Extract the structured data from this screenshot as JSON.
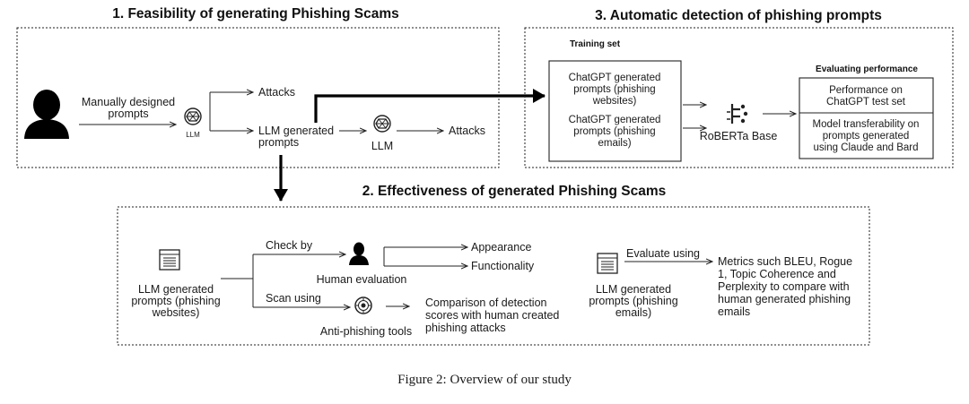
{
  "figure": {
    "caption": "Figure 2: Overview of our study"
  },
  "section1": {
    "title": "1. Feasibility of generating Phishing Scams",
    "manual_line1": "Manually designed",
    "manual_line2": "prompts",
    "llm_label_small": "LLM",
    "attacks_top": "Attacks",
    "llm_gen_line1": "LLM generated",
    "llm_gen_line2": "prompts",
    "llm_label": "LLM",
    "attacks_right": "Attacks",
    "icons": {
      "person": "user-silhouette-icon",
      "model": "openai-logo-icon"
    }
  },
  "section3": {
    "title": "3. Automatic detection of phishing prompts",
    "training_set_label": "Training set",
    "train_a_line1": "ChatGPT generated",
    "train_a_line2": "prompts (phishing",
    "train_a_line3": "websites)",
    "train_b_line1": "ChatGPT generated",
    "train_b_line2": "prompts (phishing",
    "train_b_line3": "emails)",
    "model_label": "RoBERTa Base",
    "eval_title": "Evaluating performance",
    "eval_a_line1": "Performance on",
    "eval_a_line2": "ChatGPT test set",
    "eval_b_line1": "Model transferability on",
    "eval_b_line2": "prompts generated",
    "eval_b_line3": "using  Claude and Bard",
    "icons": {
      "model": "huggingface-logo-icon"
    }
  },
  "section2": {
    "title": "2. Effectiveness of generated Phishing Scams",
    "web_line1": "LLM generated",
    "web_line2": "prompts (phishing",
    "web_line3": "websites)",
    "check_by": "Check by",
    "human_eval": "Human evaluation",
    "appearance": "Appearance",
    "functionality": "Functionality",
    "scan_using": "Scan using",
    "anti_phishing": "Anti-phishing tools",
    "compare_line1": "Comparison of detection",
    "compare_line2": "scores with human created",
    "compare_line3": "phishing attacks",
    "email_line1": "LLM generated",
    "email_line2": "prompts (phishing",
    "email_line3": "emails)",
    "evaluate_using": "Evaluate using",
    "metrics_line1": "Metrics such BLEU, Rogue",
    "metrics_line2": "1, Topic Coherence and",
    "metrics_line3": "Perplexity to compare with",
    "metrics_line4": "human generated phishing",
    "metrics_line5": "emails",
    "icons": {
      "document": "document-list-icon",
      "person": "user-silhouette-icon",
      "scanner": "scanner-icon"
    }
  }
}
